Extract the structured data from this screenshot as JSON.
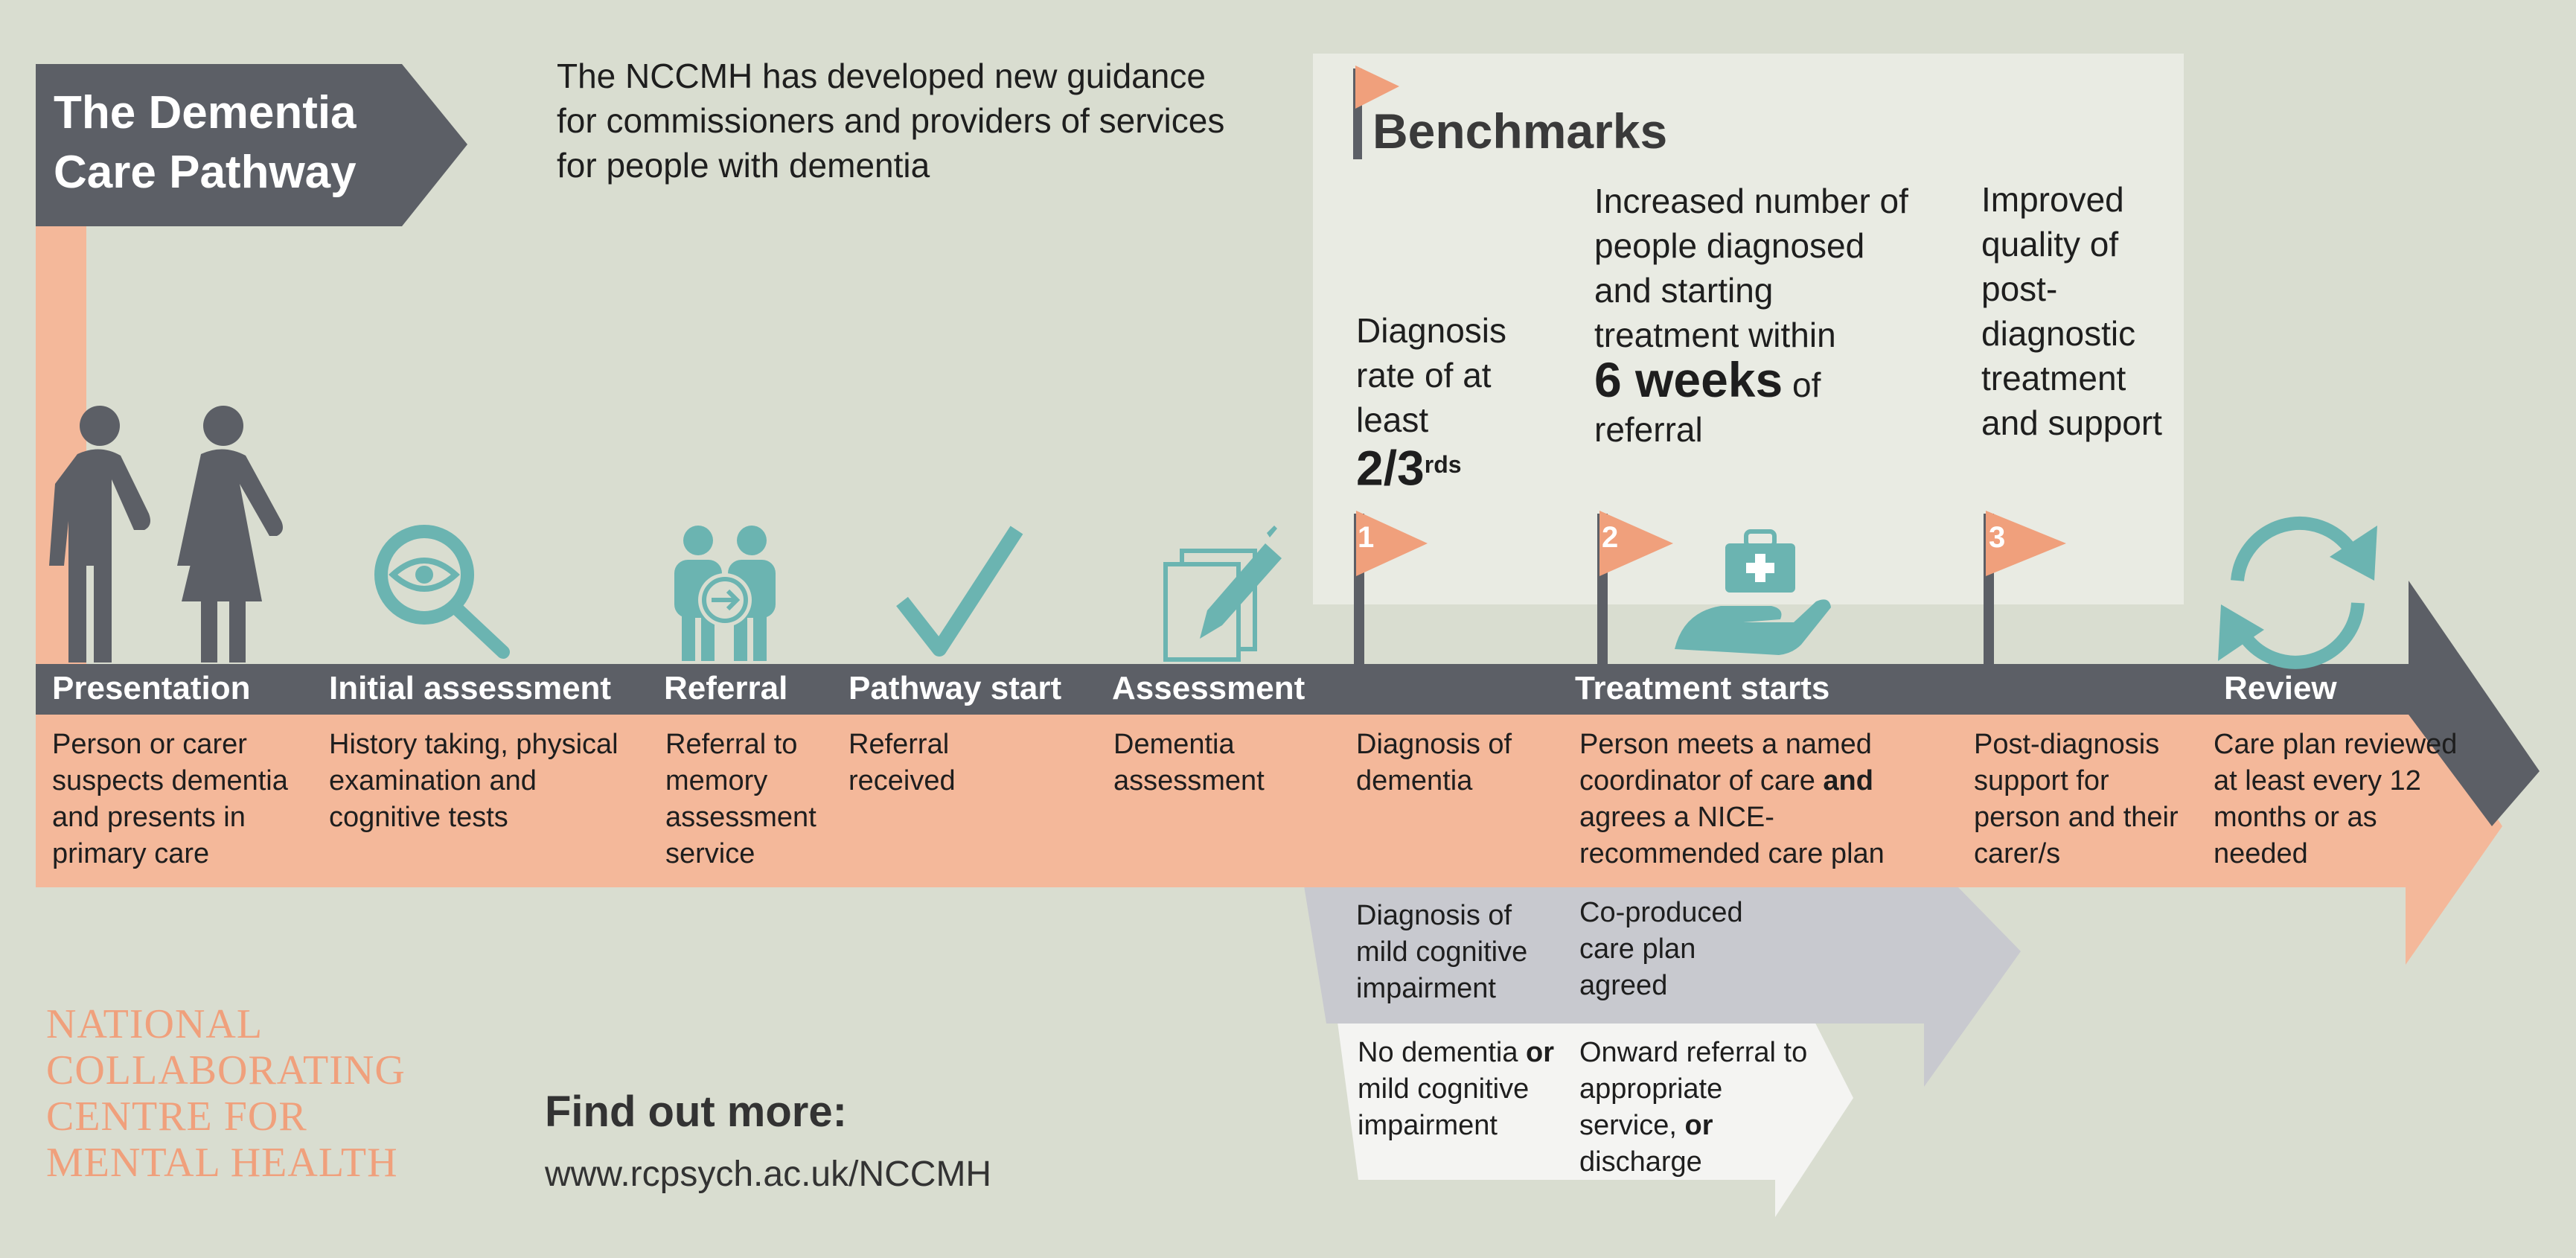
{
  "title": "The Dementia Care Pathway",
  "intro": "The NCCMH has developed new guidance for commissioners and providers of services for people with dementia",
  "benchmarks": {
    "heading": "Benchmarks",
    "b1": {
      "number": "1",
      "text": "Diagnosis rate of at least",
      "highlight": "2/3",
      "suffix": "rds"
    },
    "b2": {
      "number": "2",
      "text": "Increased number of people diagnosed and starting treatment within",
      "highlight": "6 weeks",
      "after": "of",
      "tail": "referral"
    },
    "b3": {
      "number": "3",
      "text": "Improved quality of post-diagnostic treatment and support"
    }
  },
  "stages": [
    {
      "label": "Presentation",
      "desc": "Person or carer suspects dementia and presents in primary care"
    },
    {
      "label": "Initial assessment",
      "desc": "History taking, physical examination and cognitive tests"
    },
    {
      "label": "Referral",
      "desc": "Referral to memory assessment service"
    },
    {
      "label": "Pathway start",
      "desc": "Referral received"
    },
    {
      "label": "Assessment",
      "desc": "Dementia assessment"
    },
    {
      "label": "",
      "desc": "Diagnosis of dementia"
    },
    {
      "label": "Treatment starts",
      "desc_a": "Person meets a named coordinator of care",
      "desc_b": "and",
      "desc_c": "agrees a NICE-recommended care plan"
    },
    {
      "label": "",
      "desc": "Post-diagnosis support for person and their carer/s"
    },
    {
      "label": "Review",
      "desc": "Care plan reviewed at least every 12 months or as needed"
    }
  ],
  "branches": {
    "mci": {
      "diagnosis": "Diagnosis of mild cognitive impairment",
      "outcome": "Co-produced care plan agreed"
    },
    "none": {
      "diag_a": "No dementia",
      "diag_b": "or",
      "diag_c": "mild cognitive impairment",
      "out_a": "Onward referral to appropriate service,",
      "out_b": "or",
      "out_c": "discharge"
    }
  },
  "footer": {
    "org_line1": "NATIONAL",
    "org_line2": "COLLABORATING",
    "org_line3": "CENTRE FOR",
    "org_line4": "MENTAL HEALTH",
    "find_out": "Find out more:",
    "url": "www.rcpsych.ac.uk/NCCMH"
  },
  "colors": {
    "background": "#d9ddd0",
    "dark_grey": "#5c5f66",
    "salmon": "#f4b89a",
    "teal": "#6bb4b1",
    "flag": "#f0a07c",
    "benchmark_panel": "#e9ebe3",
    "light_arrow": "#c8c9cf",
    "white_arrow": "#f4f4f2"
  }
}
